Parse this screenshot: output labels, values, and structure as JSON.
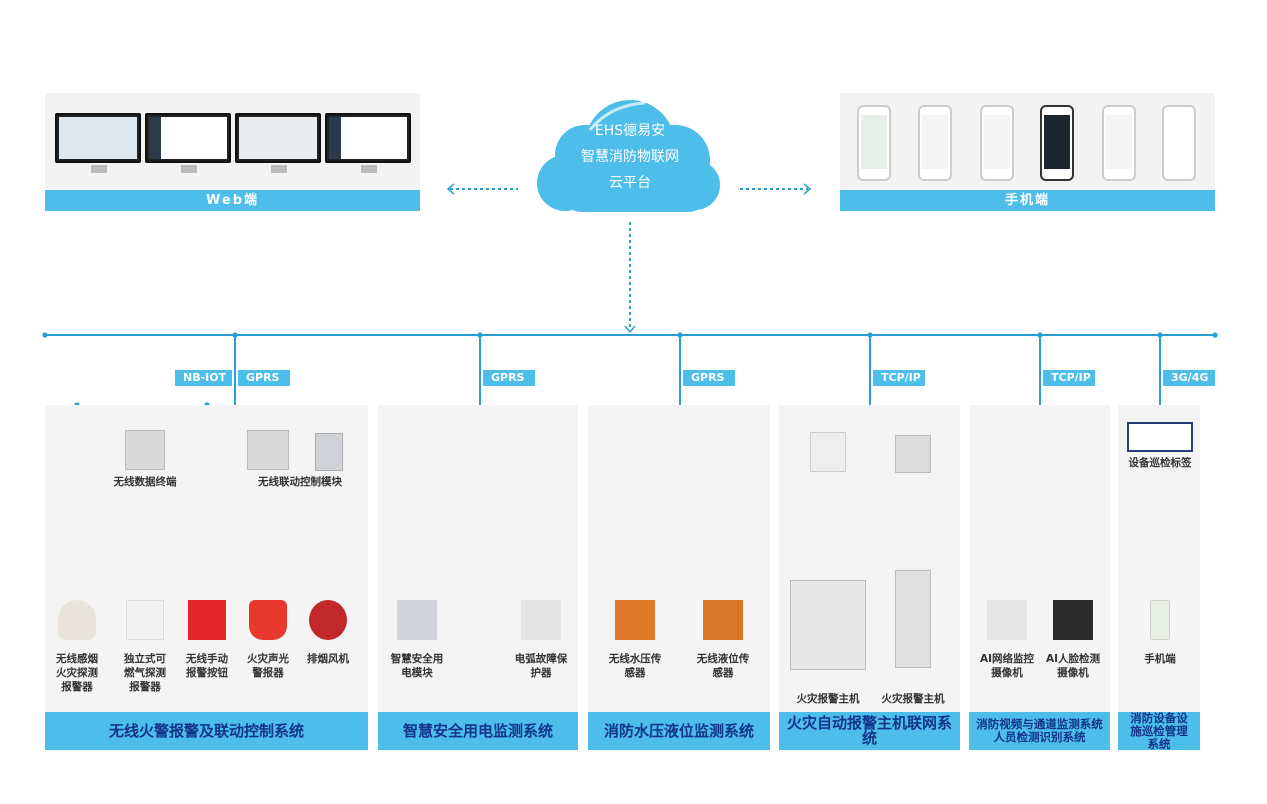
{
  "cloud": {
    "line1": "EHS德易安",
    "line2": "智慧消防物联网",
    "line3": "云平台"
  },
  "web": {
    "label": "Web端"
  },
  "mobile": {
    "label": "手机端"
  },
  "protocols": [
    "NB-IOT",
    "GPRS",
    "GPRS",
    "GPRS",
    "TCP/IP",
    "TCP/IP",
    "3G/4G"
  ],
  "systems": [
    {
      "title": "无线火警报警及联动控制系统",
      "hubs": [
        "无线数据终端",
        "无线联动控制模块"
      ],
      "devices": [
        "无线感烟火灾探测报警器",
        "独立式可燃气探测报警器",
        "无线手动报警按钮",
        "火灾声光警报器",
        "排烟风机"
      ]
    },
    {
      "title": "智慧安全用电监测系统",
      "devices": [
        "智慧安全用电模块",
        "电弧故障保护器"
      ]
    },
    {
      "title": "消防水压液位监测系统",
      "devices": [
        "无线水压传感器",
        "无线液位传感器"
      ]
    },
    {
      "title": "火灾自动报警主机联网系统",
      "devices": [
        "火灾报警主机",
        "火灾报警主机"
      ]
    },
    {
      "title": "消防视频与通道监测系统 人员检测识别系统",
      "devices": [
        "AI网络监控摄像机",
        "AI人脸检测摄像机"
      ]
    },
    {
      "title": "消防设备设施巡检管理系统",
      "hubs": [
        "设备巡检标签"
      ],
      "devices": [
        "手机端"
      ]
    }
  ],
  "colors": {
    "accent": "#4dbdea",
    "line": "#2a9fd6",
    "title_text": "#12348a",
    "panel_bg": "#f4f4f4"
  }
}
